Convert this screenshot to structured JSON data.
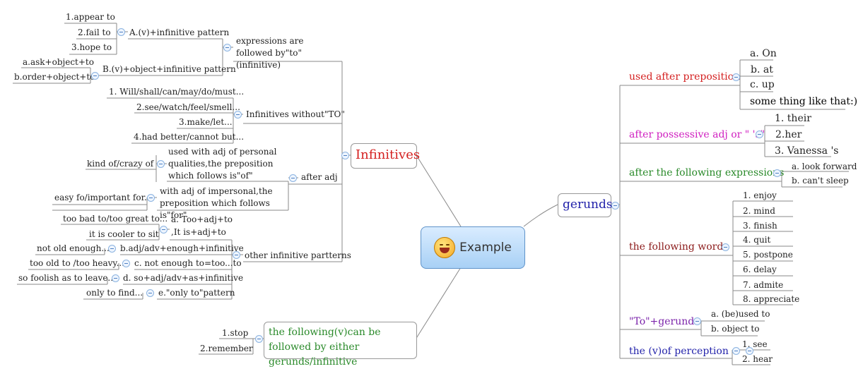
{
  "root": {
    "label": "Example",
    "icon": "smile-icon"
  },
  "colors": {
    "line": "#8a8a8a",
    "infinitives": "#d42020",
    "gerunds": "#2222aa",
    "green": "#2a8a2a"
  },
  "infinitives": {
    "title": "Infinitives",
    "expressions": {
      "label": "expressions are followed by\"to\"(infinitive)",
      "a": {
        "label": "A.(v)+infinitive pattern",
        "items": [
          "1.appear to",
          "2.fail to",
          "3.hope to"
        ]
      },
      "b": {
        "label": "B.(v)+object+infinitive pattern",
        "items": [
          "a.ask+object+to",
          "b.order+object+to"
        ]
      }
    },
    "without": {
      "label": "Infinitives without\"TO\"",
      "items": [
        "1. Will/shall/can/may/do/must...",
        "2.see/watch/feel/smell...",
        "3.make/let...",
        "4.had better/cannot but..."
      ]
    },
    "after_adj": {
      "label": "after adj",
      "personal": {
        "label": "used with adj of personal qualities,the preposition which follows is\"of\"",
        "example": "kind of/crazy of"
      },
      "impersonal": {
        "label": "with adj of impersonal,the preposition which follows is\"for\"",
        "example": "easy fo/important for..."
      }
    },
    "other": {
      "label": "other infinitive partterns",
      "a": {
        "label1": "a. Too+adj+to",
        "label2": ",It is+adj+to",
        "items": [
          "too bad to/too great to...",
          "it is cooler to sit"
        ]
      },
      "b": {
        "label": "b.adj/adv+enough+infinitive",
        "items": [
          "not old enough..."
        ]
      },
      "c": {
        "label": "c. not enough to=too...to",
        "items": [
          "too old to /too heavy..."
        ]
      },
      "d": {
        "label": "d. so+adj/adv+as+infinitive",
        "items": [
          "so foolish as to leave..."
        ]
      },
      "e": {
        "label": "e.\"only to\"pattern",
        "items": [
          "only to find..."
        ]
      }
    }
  },
  "either": {
    "label": "the following(v)can be followed by either gerunds/infinitive",
    "items": [
      "1.stop",
      "2.remember"
    ]
  },
  "gerunds": {
    "title": "gerunds",
    "preposition": {
      "label": "used after preposition",
      "items": [
        "a. On",
        "b. at",
        "c. up",
        "some thing like that:)"
      ]
    },
    "possessive": {
      "label": "after possessive adj or \" 's\"",
      "items": [
        "1. their",
        "2.her",
        "3. Vanessa 's"
      ]
    },
    "expressions": {
      "label": "after the following expressions",
      "items": [
        "a. look forward",
        "b. can't sleep"
      ]
    },
    "words": {
      "label": "the following words",
      "items": [
        "1. enjoy",
        "2. mind",
        "3. finish",
        "4. quit",
        "5. postpone",
        "6. delay",
        "7. admite",
        "8. appreciate"
      ]
    },
    "to_gerund": {
      "label": "\"To\"+gerund",
      "items": [
        "a. (be)used to",
        "b. object to"
      ]
    },
    "perception": {
      "label": "the (v)of perception",
      "items": [
        "1. see",
        "2. hear"
      ]
    }
  }
}
